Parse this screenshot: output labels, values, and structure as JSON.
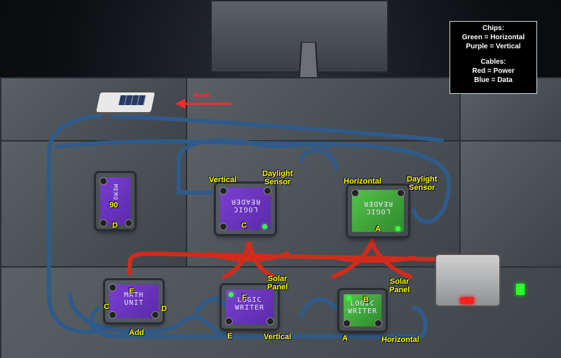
{
  "legend": {
    "chips_heading": "Chips:",
    "chips_green": "Green = Horizontal",
    "chips_purple": "Purple = Vertical",
    "cables_heading": "Cables:",
    "cables_red": "Red = Power",
    "cables_blue": "Blue = Data"
  },
  "compass": {
    "label": "North"
  },
  "chips": {
    "memory": {
      "title": "MEMO",
      "value": "90",
      "letter": "D"
    },
    "vertical_reader": {
      "title": "LOGIC\nREADER",
      "letter": "C"
    },
    "horizontal_reader": {
      "title": "LOGIC\nREADER",
      "letter": "A"
    },
    "math_unit": {
      "title": "MATH\nUNIT"
    },
    "vertical_writer": {
      "title": "LOGIC\nWRITER"
    },
    "horizontal_writer": {
      "title": "LOGIC\nWRITER"
    }
  },
  "labels": {
    "vertical_top": "Vertical",
    "daylight_sensor_1": "Daylight\nSensor",
    "horizontal_top": "Horizontal",
    "daylight_sensor_2": "Daylight\nSensor",
    "math_e": "E",
    "math_c": "C",
    "math_d": "D",
    "math_add": "Add",
    "writer_f": "F",
    "solar_panel_1": "Solar\nPanel",
    "writer_e": "E",
    "vertical_bottom": "Vertical",
    "writer_b": "B",
    "solar_panel_2": "Solar\nPanel",
    "writer_a": "A",
    "horizontal_bottom": "Horizontal"
  },
  "colors": {
    "power_cable": "#d42a1a",
    "data_cable": "#2f5a8a",
    "chip_purple": "#6a34c0",
    "chip_green": "#44a83c",
    "label_yellow": "#ffff00"
  }
}
